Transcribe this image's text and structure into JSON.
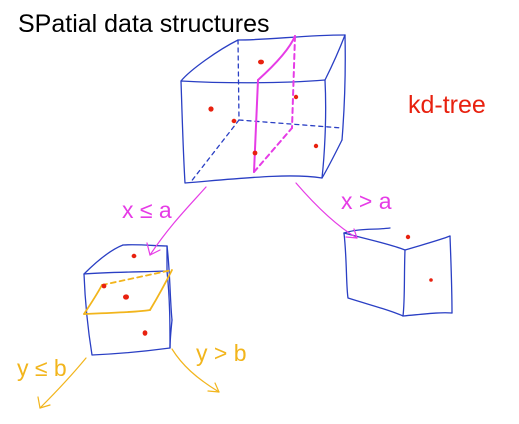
{
  "title": "SPatial data structures",
  "tree_label": "kd-tree",
  "edges": {
    "x_left": "x ≤ a",
    "x_right": "x > a",
    "y_left": "y ≤ b",
    "y_right": "y > b"
  },
  "colors": {
    "outline": "#2a3fc4",
    "split_x": "#e63ce6",
    "split_y": "#f2b51c",
    "point": "#e8210f",
    "title": "#000000",
    "tree_label": "#e8210f"
  }
}
